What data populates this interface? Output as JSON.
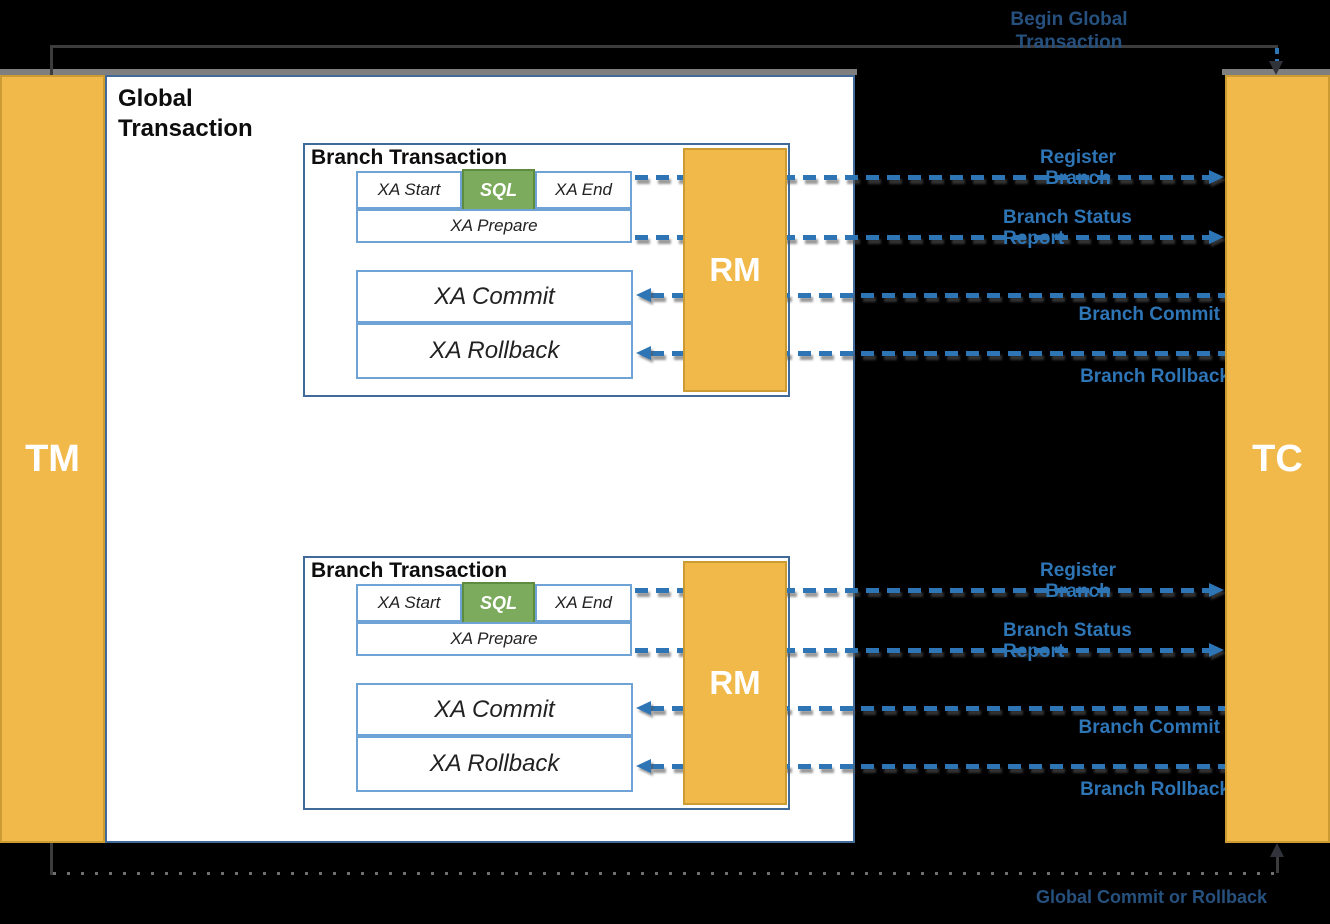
{
  "colors": {
    "background": "#000000",
    "actor_yellow": "#F1B84A",
    "actor_yellow_border": "#CC9C33",
    "outer_box_border": "#3F6A9A",
    "inner_box_border": "#6FA3D6",
    "sql_green_fill": "#7CAB5E",
    "sql_green_border": "#5D8C3F",
    "arrow_blue": "#2E75B6",
    "dim_flow_blue": "#26517E",
    "connector_gray": "#3C3C3C",
    "shadow_gray": "#7F7F7F"
  },
  "actors": {
    "tm_label": "TM",
    "tc_label": "TC"
  },
  "global_box": {
    "title": "Global\nTransaction"
  },
  "top_flow": {
    "label": "Begin Global\nTransaction"
  },
  "bottom_flow": {
    "label": "Global Commit or Rollback"
  },
  "branches": [
    {
      "title": "Branch Transaction",
      "rm_label": "RM",
      "xa_start": "XA Start",
      "sql": "SQL",
      "xa_end": "XA End",
      "xa_prepare": "XA Prepare",
      "xa_commit": "XA Commit",
      "xa_rollback": "XA Rollback",
      "msg_register": "Register\nBranch",
      "msg_status": "Branch Status\nReport",
      "msg_commit": "Branch Commit",
      "msg_rollback": "Branch Rollback"
    },
    {
      "title": "Branch Transaction",
      "rm_label": "RM",
      "xa_start": "XA Start",
      "sql": "SQL",
      "xa_end": "XA End",
      "xa_prepare": "XA Prepare",
      "xa_commit": "XA Commit",
      "xa_rollback": "XA Rollback",
      "msg_register": "Register\nBranch",
      "msg_status": "Branch Status\nReport",
      "msg_commit": "Branch Commit",
      "msg_rollback": "Branch Rollback"
    }
  ]
}
